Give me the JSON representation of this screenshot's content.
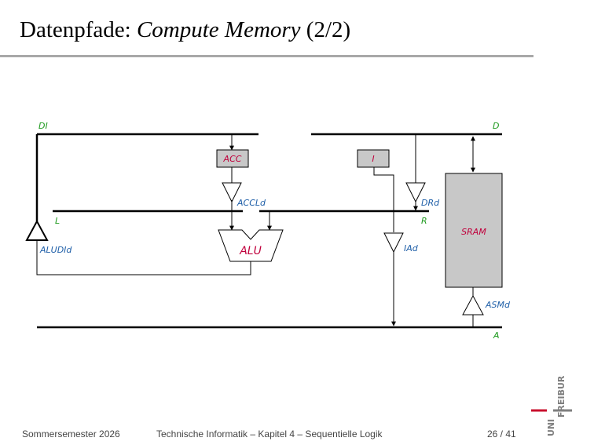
{
  "slide": {
    "title_plain": "Datenpfade: ",
    "title_italic": "Compute Memory",
    "title_suffix": " (2/2)"
  },
  "diagram": {
    "bus_labels": {
      "di": "DI",
      "d": "D",
      "l": "L",
      "r": "R",
      "a": "A"
    },
    "registers": {
      "acc": "ACC",
      "i": "I"
    },
    "units": {
      "alu": "ALU",
      "sram": "SRAM"
    },
    "drivers": {
      "accld": "ACCLd",
      "drd": "DRd",
      "aludid": "ALUDId",
      "iad": "IAd",
      "asmd": "ASMd"
    }
  },
  "footer": {
    "semester": "Sommersemester 2026",
    "course": "Technische Informatik – Kapitel 4 – Sequentielle Logik",
    "page": "26 / 41"
  },
  "logo": {
    "line1": "UNI",
    "line2": "FREIBURG"
  },
  "colors": {
    "bus_label": "#1f9a1f",
    "driver_label": "#1f5fa8",
    "unit_text": "#c0003c",
    "block_fill": "#c8c8c8",
    "logo_red": "#c8102e",
    "logo_gray": "#7f7f7f"
  }
}
